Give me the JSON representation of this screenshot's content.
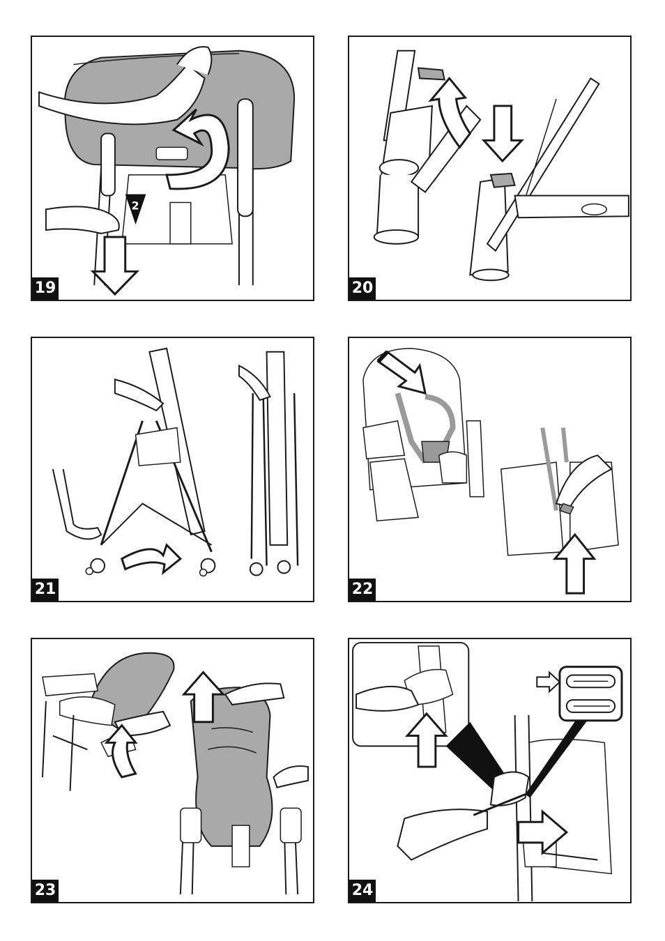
{
  "panels": [
    {
      "number": "19",
      "callout": "2"
    },
    {
      "number": "20"
    },
    {
      "number": "21"
    },
    {
      "number": "22"
    },
    {
      "number": "23"
    },
    {
      "number": "24"
    }
  ],
  "colors": {
    "line": "#1a1a1a",
    "seat_gray": "#a9a9a9",
    "strap_gray": "#9a9a9a",
    "badge_bg": "#111111"
  }
}
